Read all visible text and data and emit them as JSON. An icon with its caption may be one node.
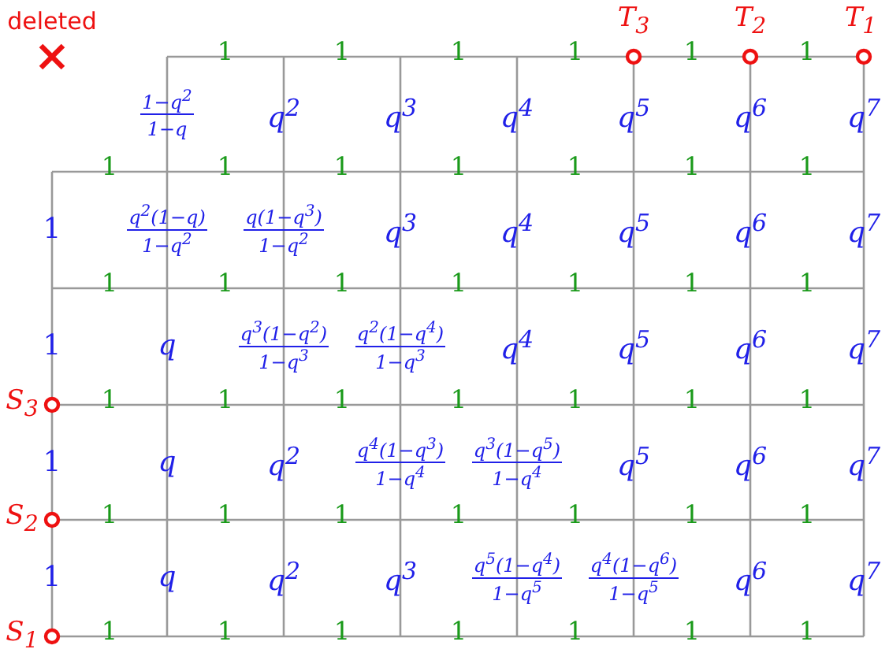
{
  "diagram": {
    "labels": [
      "deleted",
      "T$_{3}$",
      "T$_{2}$",
      "T$_{1}$",
      "1",
      "1",
      "1",
      "1",
      "1",
      "1",
      "1−q$^{2}$",
      "1−q",
      "q$^{2}$",
      "q$^{3}$",
      "q$^{4}$",
      "q$^{5}$",
      "q$^{6}$",
      "q$^{7}$",
      "1",
      "1",
      "1",
      "1",
      "1",
      "1",
      "1",
      "1",
      "q$^{2}$(1−q)",
      "1−q$^{2}$",
      "q(1−q$^{3}$)",
      "1−q$^{2}$",
      "q$^{3}$",
      "q$^{4}$",
      "q$^{5}$",
      "q$^{6}$",
      "q$^{7}$",
      "1",
      "1",
      "1",
      "1",
      "1",
      "1",
      "1",
      "1",
      "q",
      "q$^{3}$(1−q$^{2}$)",
      "1−q$^{3}$",
      "q$^{2}$(1−q$^{4}$)",
      "1−q$^{3}$",
      "q$^{4}$",
      "q$^{5}$",
      "q$^{6}$",
      "q$^{7}$",
      "S$_{3}$",
      "1",
      "1",
      "1",
      "1",
      "1",
      "1",
      "1",
      "1",
      "q",
      "q$^{2}$",
      "q$^{4}$(1−q$^{3}$)",
      "1−q$^{4}$",
      "q$^{3}$(1−q$^{5}$)",
      "1−q$^{4}$",
      "q$^{5}$",
      "q$^{6}$",
      "q$^{7}$",
      "S$_{2}$",
      "1",
      "1",
      "1",
      "1",
      "1",
      "1",
      "1",
      "1",
      "q",
      "q$^{2}$",
      "q$^{3}$",
      "q$^{5}$(1−q$^{4}$)",
      "1−q$^{5}$",
      "q$^{4}$(1−q$^{6}$)",
      "1−q$^{5}$",
      "q$^{6}$",
      "q$^{7}$",
      "S$_{1}$",
      "1",
      "1",
      "1",
      "1",
      "1",
      "1",
      "1"
    ]
  }
}
